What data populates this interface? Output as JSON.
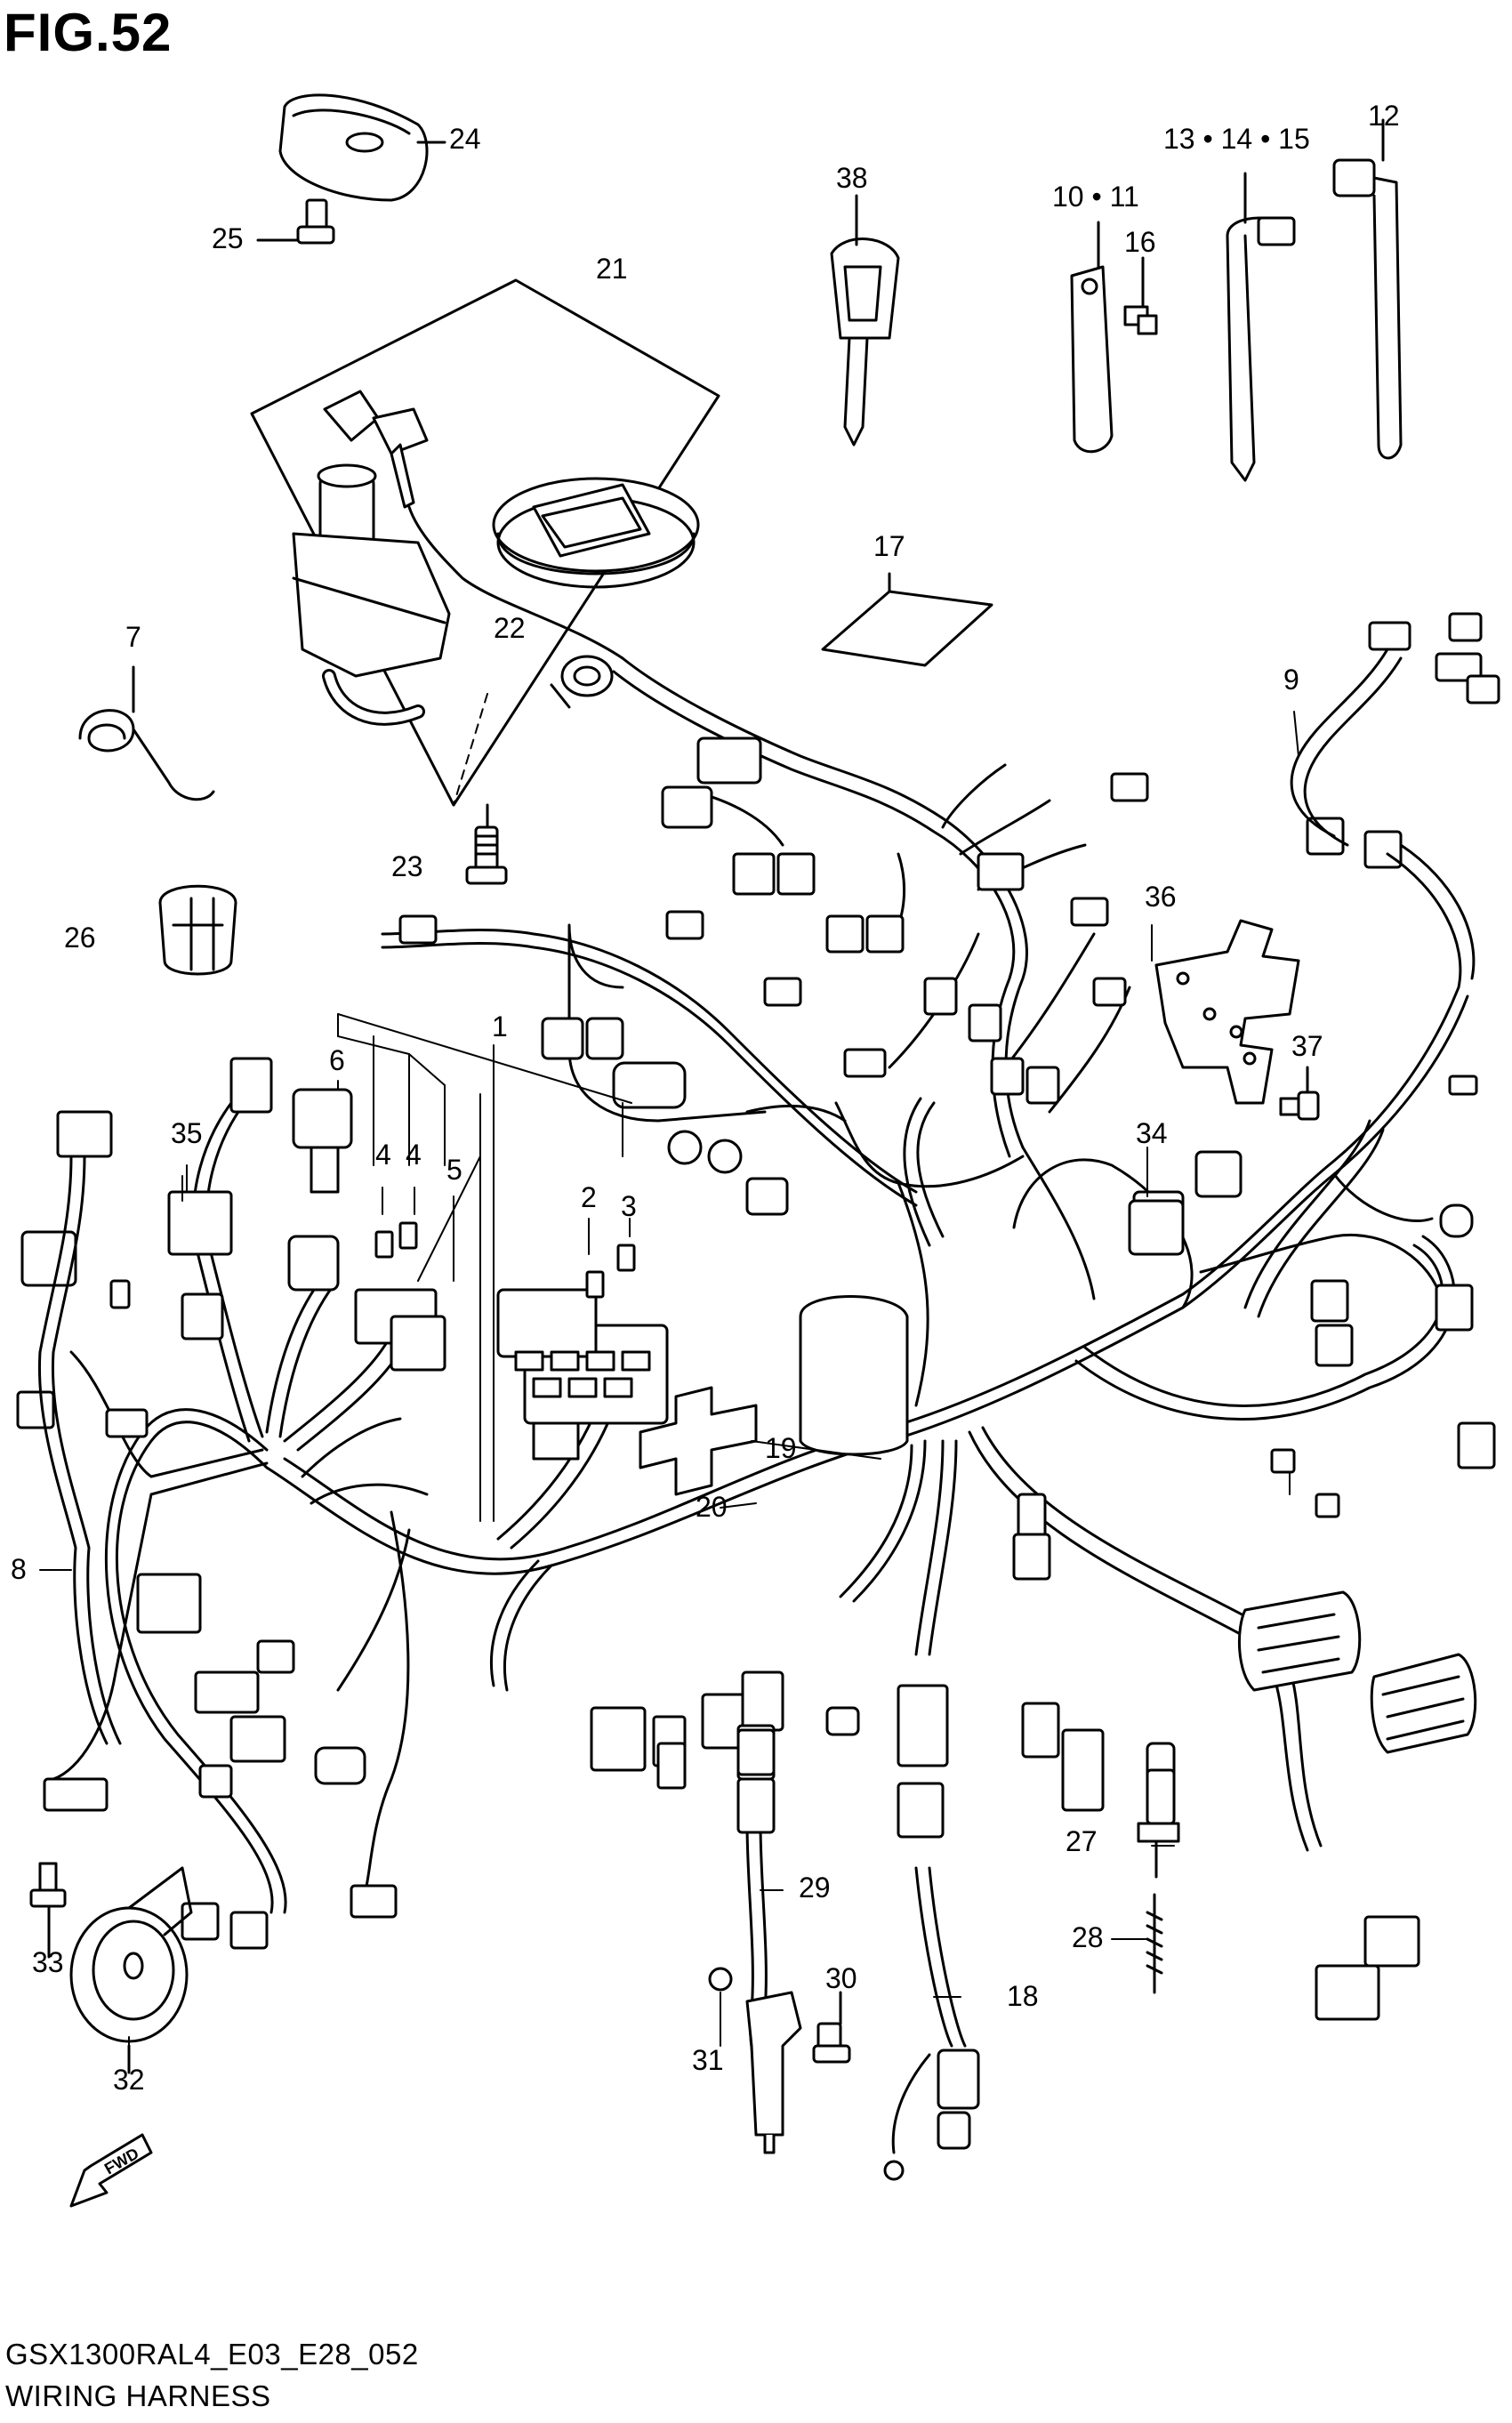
{
  "figure": {
    "title": "FIG.52"
  },
  "footer": {
    "code": "GSX1300RAL4_E03_E28_052",
    "caption": "WIRING HARNESS"
  },
  "fwd_icon": {
    "label": "FWD",
    "icon": "fwd-arrow-icon"
  },
  "callouts": {
    "c1": "1",
    "c2": "2",
    "c3": "3",
    "c4a": "4",
    "c4b": "4",
    "c5": "5",
    "c6": "6",
    "c7": "7",
    "c8": "8",
    "c9": "9",
    "c10_11": "10 • 11",
    "c12": "12",
    "c13_15": "13 • 14 • 15",
    "c16": "16",
    "c17": "17",
    "c18": "18",
    "c19": "19",
    "c20": "20",
    "c21": "21",
    "c22": "22",
    "c23": "23",
    "c24": "24",
    "c25": "25",
    "c26": "26",
    "c27": "27",
    "c28": "28",
    "c29": "29",
    "c30": "30",
    "c31": "31",
    "c32": "32",
    "c33": "33",
    "c34": "34",
    "c35": "35",
    "c36": "36",
    "c37": "37",
    "c38": "38"
  }
}
